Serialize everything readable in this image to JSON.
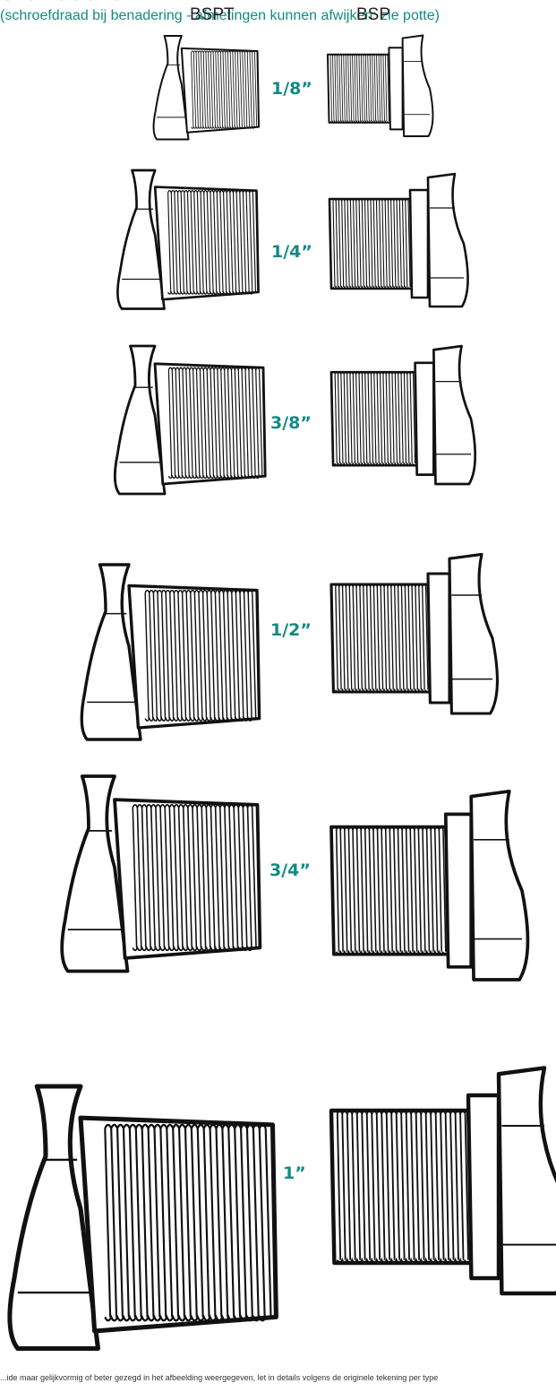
{
  "header": {
    "title": "Standaardmaten",
    "subtitle": "(schroefdraad bij benadering - afmetingen kunnen afwijken: zie potte)"
  },
  "columns": {
    "bspt": "BSPT",
    "bsp": "BSP"
  },
  "sizes": [
    {
      "label": "1/8”"
    },
    {
      "label": "1/4”"
    },
    {
      "label": "3/8”"
    },
    {
      "label": "1/2”"
    },
    {
      "label": "3/4”"
    },
    {
      "label": "1”"
    }
  ],
  "footer": {
    "note": "...ide maar gelijkvormig of beter gezegd in het afbeelding weergegeven, let in details volgens de originele tekening per type"
  },
  "colors": {
    "accent": "#138a84",
    "line": "#111111"
  }
}
